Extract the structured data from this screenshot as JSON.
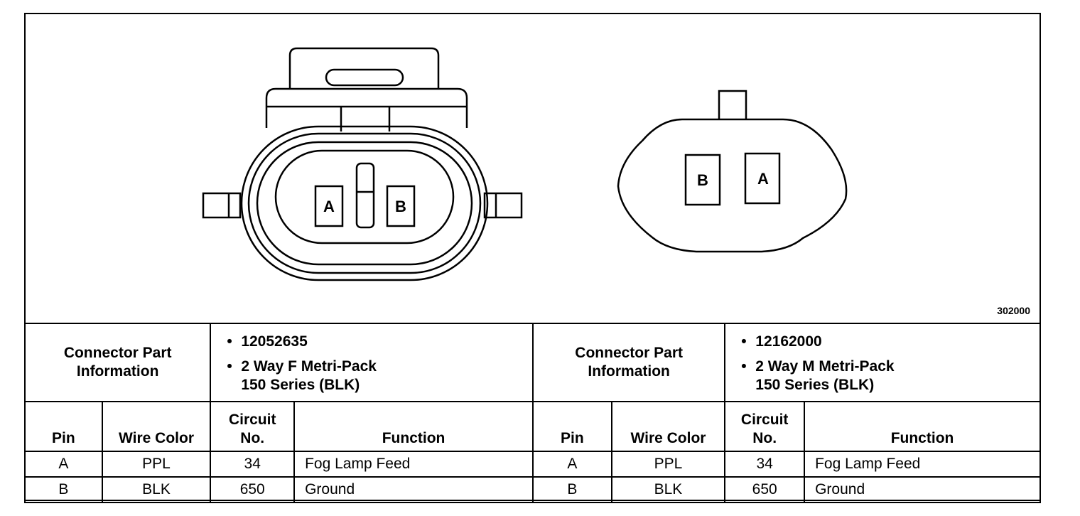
{
  "figure_id": "302000",
  "left_connector": {
    "pin_labels": [
      "A",
      "B"
    ],
    "part_info_label": "Connector Part Information",
    "part_number": "12052635",
    "description_line1": "2 Way F Metri-Pack",
    "description_line2": "150 Series (BLK)"
  },
  "right_connector": {
    "pin_labels": [
      "B",
      "A"
    ],
    "part_info_label": "Connector Part Information",
    "part_number": "12162000",
    "description_line1": "2 Way M Metri-Pack",
    "description_line2": "150 Series (BLK)"
  },
  "columns": {
    "pin": "Pin",
    "wire_color": "Wire Color",
    "circuit_line1": "Circuit",
    "circuit_line2": "No.",
    "function": "Function"
  },
  "left_rows": [
    {
      "pin": "A",
      "wire_color": "PPL",
      "circuit": "34",
      "function": "Fog Lamp Feed"
    },
    {
      "pin": "B",
      "wire_color": "BLK",
      "circuit": "650",
      "function": "Ground"
    }
  ],
  "right_rows": [
    {
      "pin": "A",
      "wire_color": "PPL",
      "circuit": "34",
      "function": "Fog Lamp Feed"
    },
    {
      "pin": "B",
      "wire_color": "BLK",
      "circuit": "650",
      "function": "Ground"
    }
  ]
}
